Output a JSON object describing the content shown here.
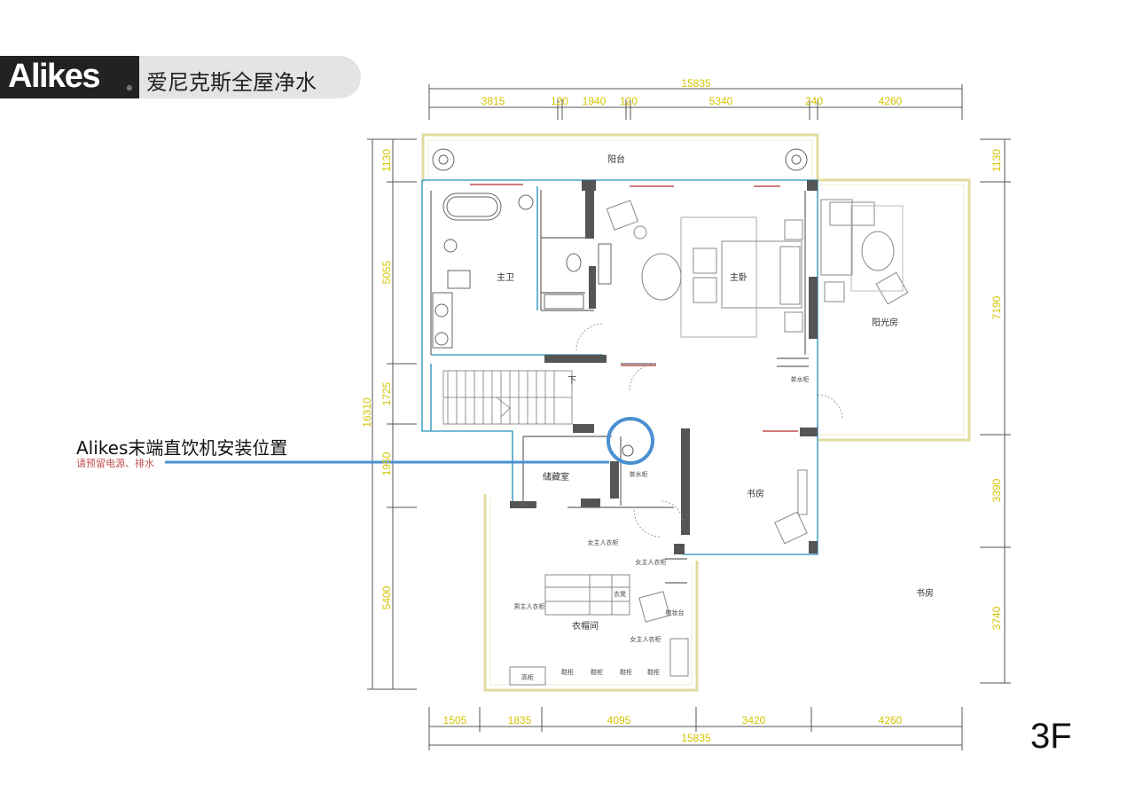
{
  "brand": {
    "logo": "Alikes",
    "registered": "®",
    "tagline": "爱尼克斯全屋净水"
  },
  "callout": {
    "title": "Alikes末端直饮机安装位置",
    "subtitle": "请预留电源、排水"
  },
  "floor": "3F",
  "dimensions": {
    "top_total": "15835",
    "top": [
      "3815",
      "120",
      "1940",
      "120",
      "5340",
      "240",
      "4260"
    ],
    "bottom": [
      "1505",
      "1835",
      "4095",
      "3420",
      "4260"
    ],
    "bottom_total": "15835",
    "left": [
      "1130",
      "5055",
      "1725",
      "1950",
      "5400"
    ],
    "left_total": "16310",
    "right": [
      "1130",
      "7190",
      "3390",
      "3740"
    ]
  },
  "rooms": {
    "balcony": "阳台",
    "master_bath": "主卫",
    "master_bedroom": "主卧",
    "sunroom": "阳光房",
    "tea_cabinet": "茶水柜",
    "stairs_down": "下",
    "storage": "储藏室",
    "tea_cabinet_2": "茶水柜",
    "study": "书房",
    "study_2": "书房",
    "closet": "衣帽间",
    "closet_labels": [
      "女主人衣柜",
      "女主人衣柜",
      "男主人衣柜",
      "女主人衣柜",
      "鞋柜",
      "鞋柜",
      "鞋柜",
      "鞋柜",
      "高柜",
      "衣凳",
      "梳妆台"
    ]
  },
  "colors": {
    "wall": "#555555",
    "outline": "#4aa3c8",
    "dim": "#d4c400",
    "highlight": "#4a90d0",
    "balcony": "#e0dca0"
  }
}
